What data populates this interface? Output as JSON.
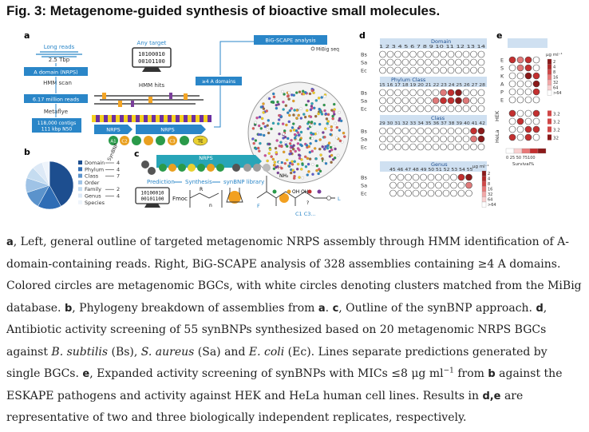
{
  "title": "Fig. 3: Metagenome-guided synthesis of bioactive small molecules.",
  "panel_a": {
    "label": "a",
    "long_reads": "Long reads",
    "tbp": "2.5 Tbp",
    "adomain": "A domain (NRPS)",
    "hmm_scan": "HMM scan",
    "million_reads": "6.17 million reads",
    "metaflye": "Metaflye",
    "contigs": [
      "118,000 contigs",
      "111 kbp N50"
    ],
    "any_target": "Any target",
    "binary": [
      "10100010",
      "00101100"
    ],
    "hmm_hits": "HMM hits",
    "ge4": "≥4 A domains",
    "nrps": "NRPS",
    "domains": [
      "A1",
      "C2",
      "C3",
      "TE"
    ],
    "bigscape": "BiG-SCAPE analysis",
    "mibig": "MiBig seq"
  },
  "panel_b": {
    "label": "b",
    "legend": [
      {
        "name": "Domain",
        "count": "4",
        "color": "#1d4e8f"
      },
      {
        "name": "Phylum",
        "count": "4",
        "color": "#2f6db5"
      },
      {
        "name": "Class",
        "count": "7",
        "color": "#5b93cc"
      },
      {
        "name": "Order",
        "count": "",
        "color": "#9fc3e6"
      },
      {
        "name": "Family",
        "count": "2",
        "color": "#c5dcf0"
      },
      {
        "name": "Genus",
        "count": "4",
        "color": "#dde9f6"
      },
      {
        "name": "Species",
        "count": "",
        "color": "#eef4fb"
      }
    ],
    "synbnp": "SynBNP"
  },
  "panel_c": {
    "label": "c",
    "nrps": "NRPS",
    "prediction": "Prediction",
    "synthesis": "Synthesis",
    "library": "synBNP library",
    "binary": [
      "10100010",
      "00101100"
    ],
    "fmoc": "Fmoc",
    "c_labels": "C1   C3...",
    "nh2": "NH₂",
    "h": "H",
    "oh": "OH  OH",
    "q": "?",
    "l": "L",
    "f": "F",
    "r": "R"
  },
  "panel_d": {
    "label": "d",
    "blocks": [
      {
        "header": "Domain",
        "nums": "1 2 3 4 5 6 7 8 9 10 11 12 13 14"
      },
      {
        "header": "Phylum                    Class",
        "nums": "15 16 17 18 19 20 21 22 23 24 25 26 27 28"
      },
      {
        "header": "Class",
        "nums": "29 30 31 32 33 34 35 36 37 38 39 40 41 42"
      },
      {
        "header": "Genus",
        "nums": "45 46 47 48 49 50 51 52 53 54 55"
      }
    ],
    "rows": [
      "Bs",
      "Sa",
      "Ec"
    ],
    "unit": "μg ml⁻¹",
    "scale": [
      "2",
      "4",
      "8",
      "16",
      "32",
      "64",
      ">64"
    ]
  },
  "panel_e": {
    "label": "e",
    "rows": [
      "E",
      "S",
      "K",
      "A",
      "P",
      "E"
    ],
    "cell_lines": [
      "HEK",
      "HeLa"
    ],
    "unit": "μg ml⁻¹",
    "scale": [
      "2",
      "4",
      "8",
      "16",
      "32",
      "64",
      ">64"
    ],
    "cell_scale": [
      "3.2",
      "3.2",
      "3.2",
      "32"
    ],
    "survival_ticks": "0  25 50 75100",
    "survival_label": "Survival%"
  },
  "caption": {
    "a_label": "a",
    "a_text": ", Left, general outline of targeted metagenomic NRPS assembly through HMM identification of A-domain-containing reads. Right, BiG-SCAPE analysis of 328 assemblies containing ≥4 A domains. Colored circles are metagenomic BGCs, with white circles denoting clusters matched from the MiBig database. ",
    "b_label": "b",
    "b_text": ", Phylogeny breakdown of assemblies from ",
    "b_ref": "a",
    "b_after": ". ",
    "c_label": "c",
    "c_text": ", Outline of the synBNP approach. ",
    "d_label": "d",
    "d_text": ", Antibiotic activity screening of 55 synBNPs synthesized based on 20 metagenomic NRPS BGCs against ",
    "bs_italic": "B. subtilis",
    "bs_abbr": " (Bs), ",
    "sa_italic": "S. aureus",
    "sa_abbr": " (Sa) and ",
    "ec_italic": "E. coli",
    "ec_abbr": " (Ec). Lines separate predictions generated by single BGCs. ",
    "e_label": "e",
    "e_text": ", Expanded activity screening of synBNPs with MICs ≤8 μg ml",
    "e_sup": "−1",
    "e_from": " from ",
    "e_ref": "b",
    "e_after": " against the ESKAPE pathogens and activity against HEK and HeLa human cell lines. Results in ",
    "de_ref": "d,e",
    "e_end": " are representative of two and three biologically independent replicates, respectively."
  }
}
